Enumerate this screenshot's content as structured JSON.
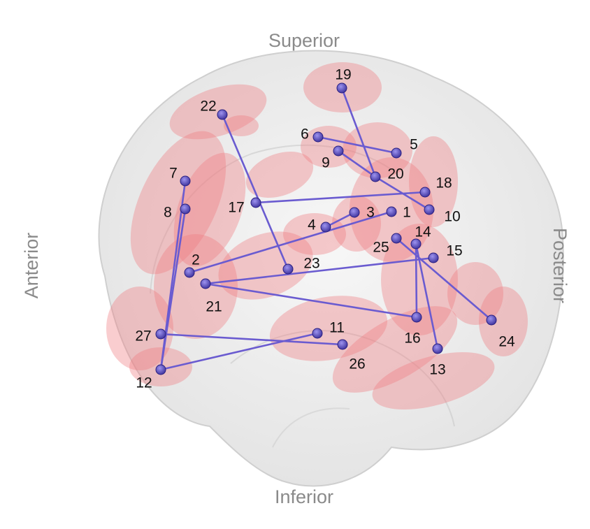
{
  "orientation_labels": {
    "superior": "Superior",
    "inferior": "Inferior",
    "anterior": "Anterior",
    "posterior": "Posterior"
  },
  "colors": {
    "node": "#4b3fae",
    "edge": "#6a5bd0",
    "region": "#f07b82",
    "brain": "#dcdcdc"
  },
  "nodes": [
    {
      "id": "1",
      "label": "1"
    },
    {
      "id": "2",
      "label": "2"
    },
    {
      "id": "3",
      "label": "3"
    },
    {
      "id": "4",
      "label": "4"
    },
    {
      "id": "5",
      "label": "5"
    },
    {
      "id": "6",
      "label": "6"
    },
    {
      "id": "7",
      "label": "7"
    },
    {
      "id": "8",
      "label": "8"
    },
    {
      "id": "9",
      "label": "9"
    },
    {
      "id": "10",
      "label": "10"
    },
    {
      "id": "11",
      "label": "11"
    },
    {
      "id": "12",
      "label": "12"
    },
    {
      "id": "13",
      "label": "13"
    },
    {
      "id": "14",
      "label": "14"
    },
    {
      "id": "15",
      "label": "15"
    },
    {
      "id": "16",
      "label": "16"
    },
    {
      "id": "17",
      "label": "17"
    },
    {
      "id": "18",
      "label": "18"
    },
    {
      "id": "19",
      "label": "19"
    },
    {
      "id": "20",
      "label": "20"
    },
    {
      "id": "21",
      "label": "21"
    },
    {
      "id": "22",
      "label": "22"
    },
    {
      "id": "23",
      "label": "23"
    },
    {
      "id": "24",
      "label": "24"
    },
    {
      "id": "25",
      "label": "25"
    },
    {
      "id": "26",
      "label": "26"
    },
    {
      "id": "27",
      "label": "27"
    }
  ],
  "edges": [
    [
      "19",
      "20"
    ],
    [
      "20",
      "10"
    ],
    [
      "6",
      "5"
    ],
    [
      "9",
      "20"
    ],
    [
      "22",
      "23"
    ],
    [
      "17",
      "18"
    ],
    [
      "7",
      "12"
    ],
    [
      "8",
      "12"
    ],
    [
      "4",
      "3"
    ],
    [
      "2",
      "1"
    ],
    [
      "21",
      "15"
    ],
    [
      "21",
      "16"
    ],
    [
      "16",
      "14"
    ],
    [
      "25",
      "24"
    ],
    [
      "14",
      "13"
    ],
    [
      "27",
      "26"
    ],
    [
      "12",
      "11"
    ]
  ]
}
